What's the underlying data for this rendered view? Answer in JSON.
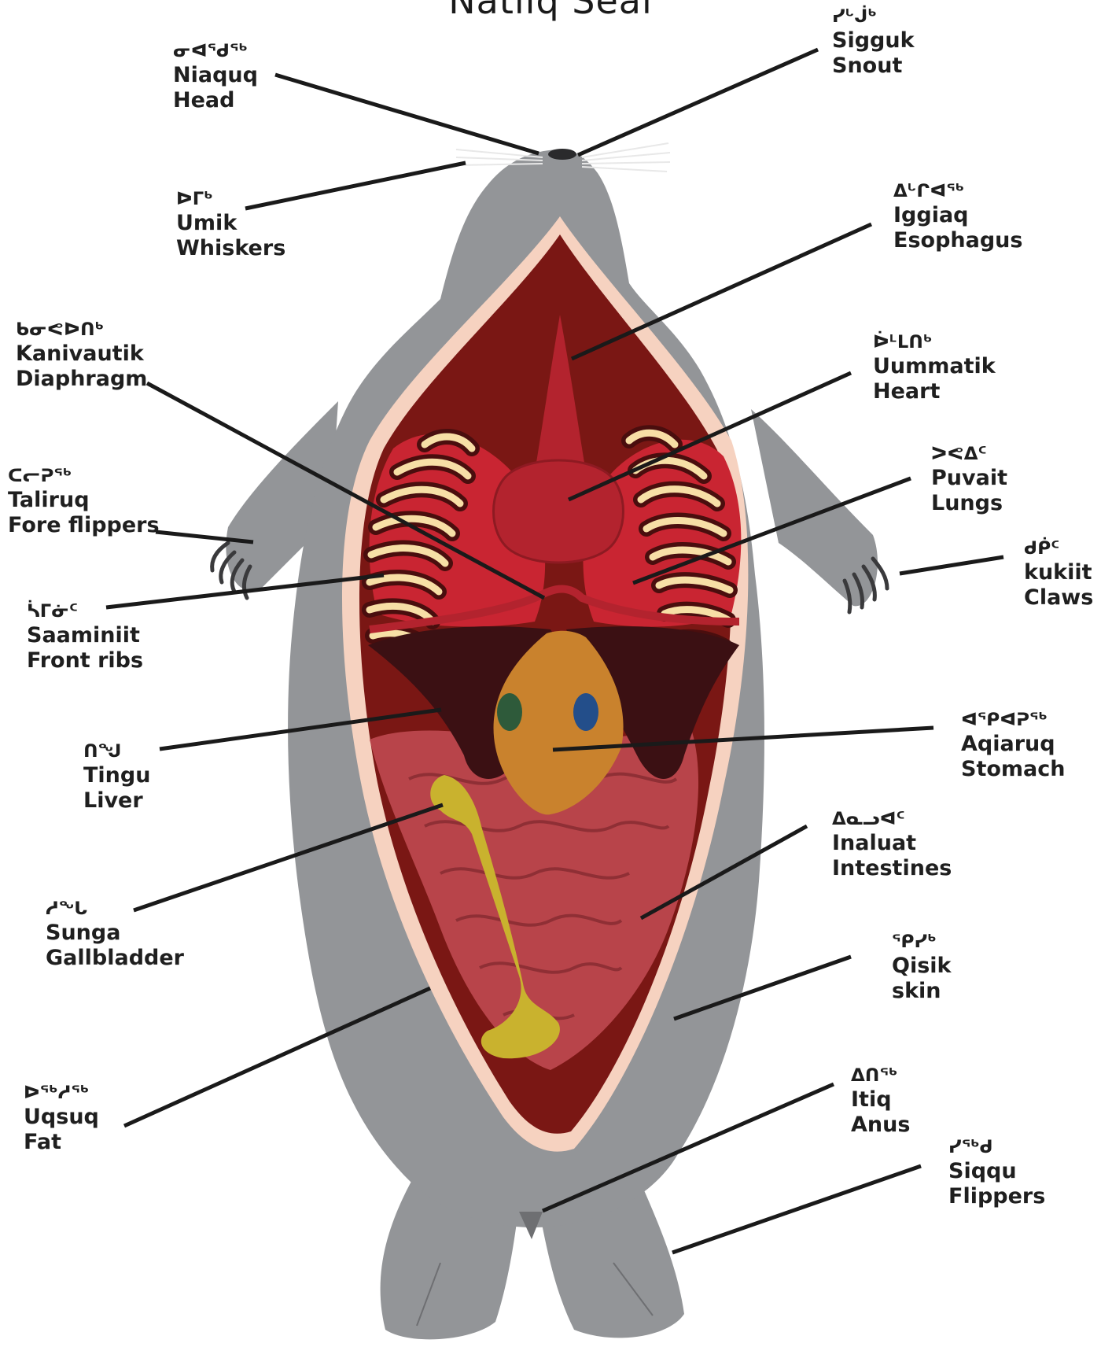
{
  "title": "Natiiq  Seal",
  "labels": [
    {
      "id": "head",
      "syllabics": "ᓂᐊᖁᖅ",
      "inuktitut": "Niaquq",
      "english": "Head"
    },
    {
      "id": "snout",
      "syllabics": "ᓯᒡᒎᒃ",
      "inuktitut": "Sigguk",
      "english": "Snout"
    },
    {
      "id": "whiskers",
      "syllabics": "ᐅᒥᒃ",
      "inuktitut": "Umik",
      "english": "Whiskers"
    },
    {
      "id": "esophagus",
      "syllabics": "ᐃᒡᒋᐊᖅ",
      "inuktitut": "Iggiaq",
      "english": "Esophagus"
    },
    {
      "id": "diaphragm",
      "syllabics": "ᑲᓂᕙᐅᑎᒃ",
      "inuktitut": "Kanivautik",
      "english": "Diaphragm"
    },
    {
      "id": "heart",
      "syllabics": "ᐆᒻᒪᑎᒃ",
      "inuktitut": "Uummatik",
      "english": "Heart"
    },
    {
      "id": "fore-flippers",
      "syllabics": "ᑕᓕᕈᖅ",
      "inuktitut": "Taliruq",
      "english": "Fore flippers"
    },
    {
      "id": "lungs",
      "syllabics": "ᐳᕙᐃᑦ",
      "inuktitut": "Puvait",
      "english": "Lungs"
    },
    {
      "id": "claws",
      "syllabics": "ᑯᑮᑦ",
      "inuktitut": "kukiit",
      "english": "Claws"
    },
    {
      "id": "front-ribs",
      "syllabics": "ᓵᒥᓃᑦ",
      "inuktitut": "Saaminiit",
      "english": "Front ribs"
    },
    {
      "id": "liver",
      "syllabics": "ᑎᖑ",
      "inuktitut": "Tingu",
      "english": "Liver"
    },
    {
      "id": "stomach",
      "syllabics": "ᐊᕿᐊᕈᖅ",
      "inuktitut": "Aqiaruq",
      "english": "Stomach"
    },
    {
      "id": "intestines",
      "syllabics": "ᐃᓇᓗᐊᑦ",
      "inuktitut": "Inaluat",
      "english": "Intestines"
    },
    {
      "id": "gallbladder",
      "syllabics": "ᓱᖓ",
      "inuktitut": "Sunga",
      "english": "Gallbladder"
    },
    {
      "id": "skin",
      "syllabics": "ᕿᓯᒃ",
      "inuktitut": "Qisik",
      "english": "skin"
    },
    {
      "id": "fat",
      "syllabics": "ᐅᖅᓱᖅ",
      "inuktitut": "Uqsuq",
      "english": "Fat"
    },
    {
      "id": "anus",
      "syllabics": "ᐃᑎᖅ",
      "inuktitut": "Itiq",
      "english": "Anus"
    },
    {
      "id": "flippers",
      "syllabics": "ᓯᖅᑯ",
      "inuktitut": "Siqqu",
      "english": "Flippers"
    }
  ],
  "colors": {
    "body": "#939598",
    "fat_border": "#f6d2c0",
    "cavity": "#7a1714",
    "lungs": "#c92532",
    "heart": "#b3232e",
    "ribs": "#f7dfa6",
    "liver": "#3b1013",
    "stomach": "#c9822d",
    "intestines": "#b8444a",
    "gallbladder": "#c9b22e",
    "leader_line": "#1a1a1a"
  }
}
